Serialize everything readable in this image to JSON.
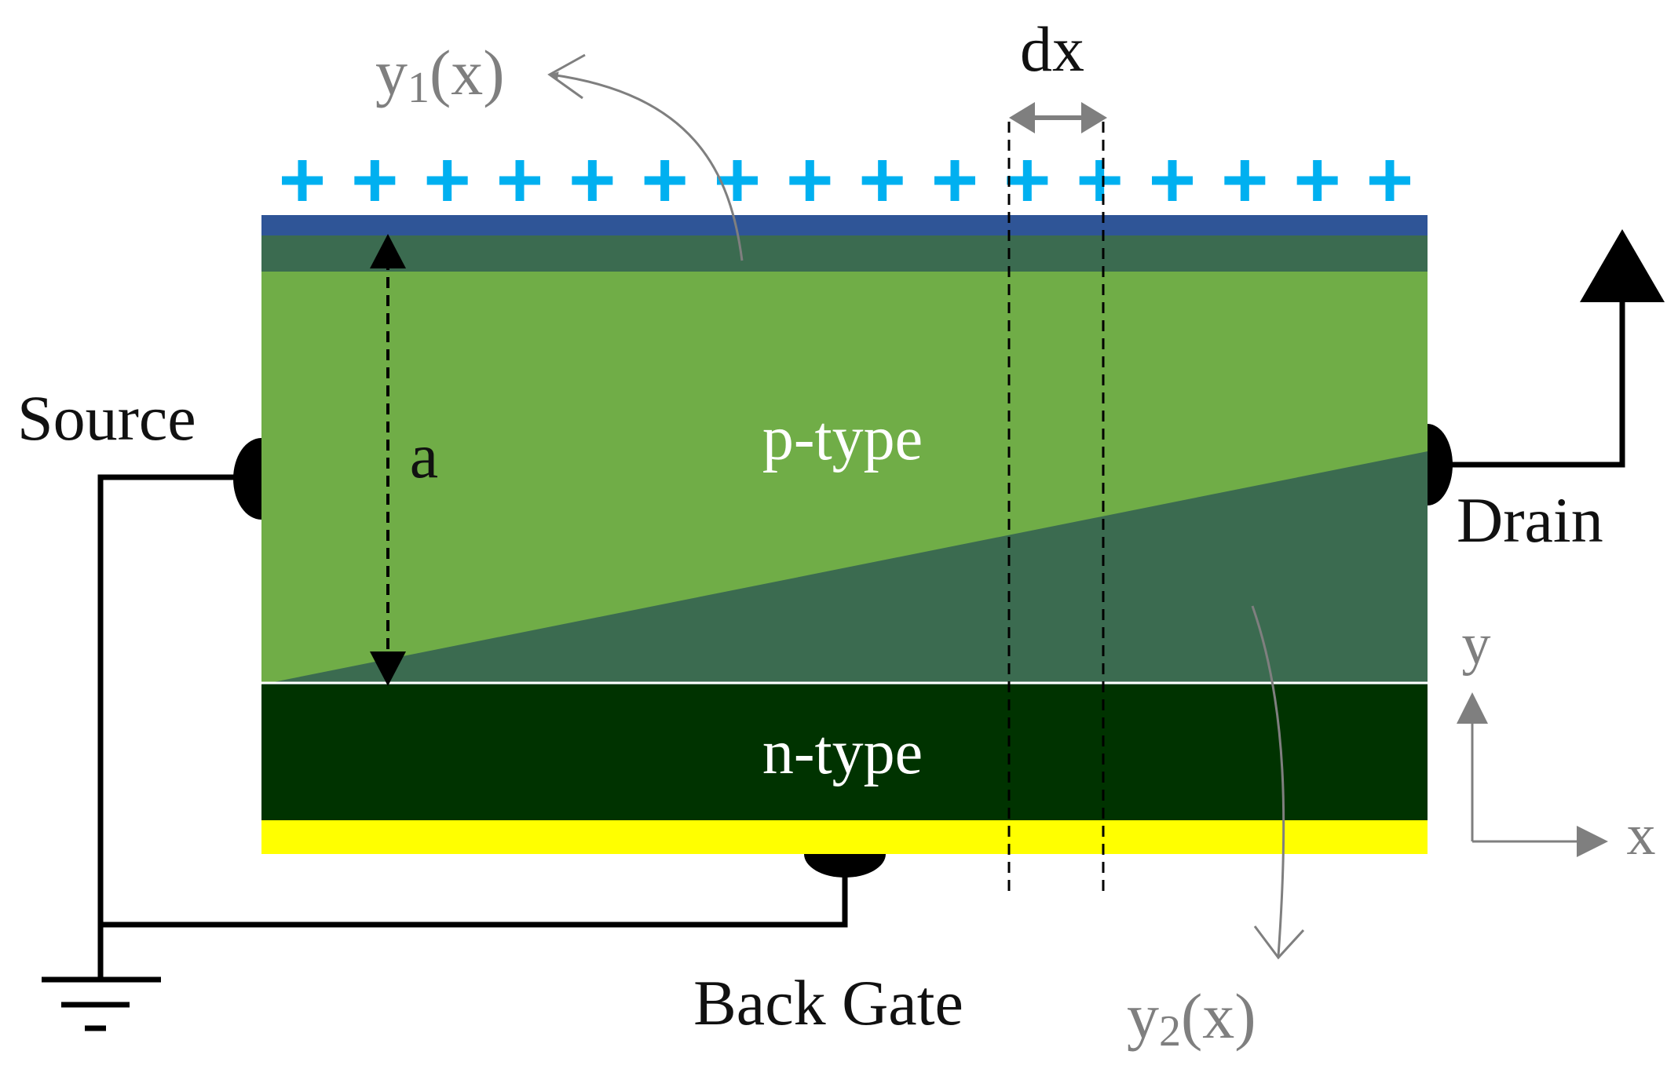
{
  "labels": {
    "y1_base": "y",
    "y1_sub": "1",
    "y1_tail": "(x)",
    "y2_base": "y",
    "y2_sub": "2",
    "y2_tail": "(x)",
    "dx": "dx",
    "a": "a",
    "p_type": "p-type",
    "n_type": "n-type",
    "source": "Source",
    "drain": "Drain",
    "back_gate": "Back Gate",
    "axis_y": "y",
    "axis_x": "x"
  },
  "charges": {
    "symbol": "+",
    "count": 16
  },
  "colors": {
    "charge": "#00b0f0",
    "top_gate": "#2f5597",
    "depletion": "#3b6b50",
    "p_region": "#70ad47",
    "n_region": "#003300",
    "back_gate_contact": "#ffff00",
    "wire": "#000000",
    "leader": "#7f7f7f"
  }
}
